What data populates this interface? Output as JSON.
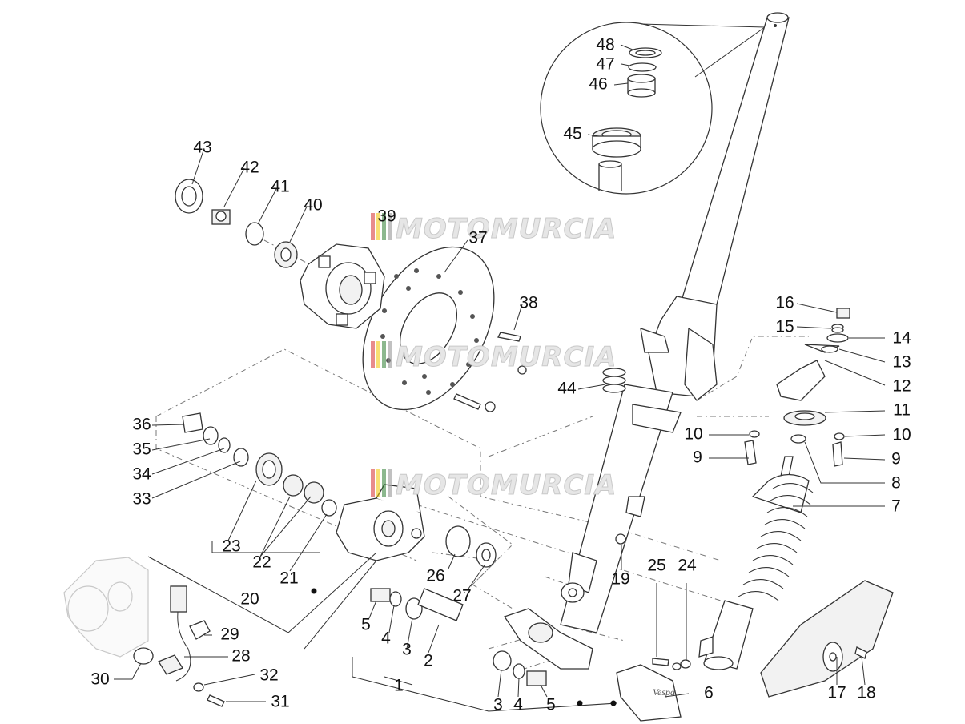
{
  "watermark": {
    "text": "MOTOMURCIA",
    "bar_colors": [
      "#d62d2d",
      "#f2c400",
      "#2e7d32",
      "#8e8e8e"
    ]
  },
  "labels": {
    "p1": "1",
    "p2": "2",
    "p3a": "3",
    "p3b": "3",
    "p4a": "4",
    "p4b": "4",
    "p5a": "5",
    "p5b": "5",
    "p6": "6",
    "p7": "7",
    "p8": "8",
    "p9a": "9",
    "p9b": "9",
    "p10a": "10",
    "p10b": "10",
    "p11": "11",
    "p12": "12",
    "p13": "13",
    "p14": "14",
    "p15": "15",
    "p16": "16",
    "p17": "17",
    "p18": "18",
    "p19": "19",
    "p20": "20",
    "p21": "21",
    "p22": "22",
    "p23": "23",
    "p24": "24",
    "p25": "25",
    "p26": "26",
    "p27": "27",
    "p28": "28",
    "p29": "29",
    "p30": "30",
    "p31": "31",
    "p32": "32",
    "p33": "33",
    "p34": "34",
    "p35": "35",
    "p36": "36",
    "p37": "37",
    "p38": "38",
    "p39": "39",
    "p40": "40",
    "p41": "41",
    "p42": "42",
    "p43": "43",
    "p44": "44",
    "p45": "45",
    "p46": "46",
    "p47": "47",
    "p48": "48"
  },
  "mudguard_logo": "Vespa"
}
